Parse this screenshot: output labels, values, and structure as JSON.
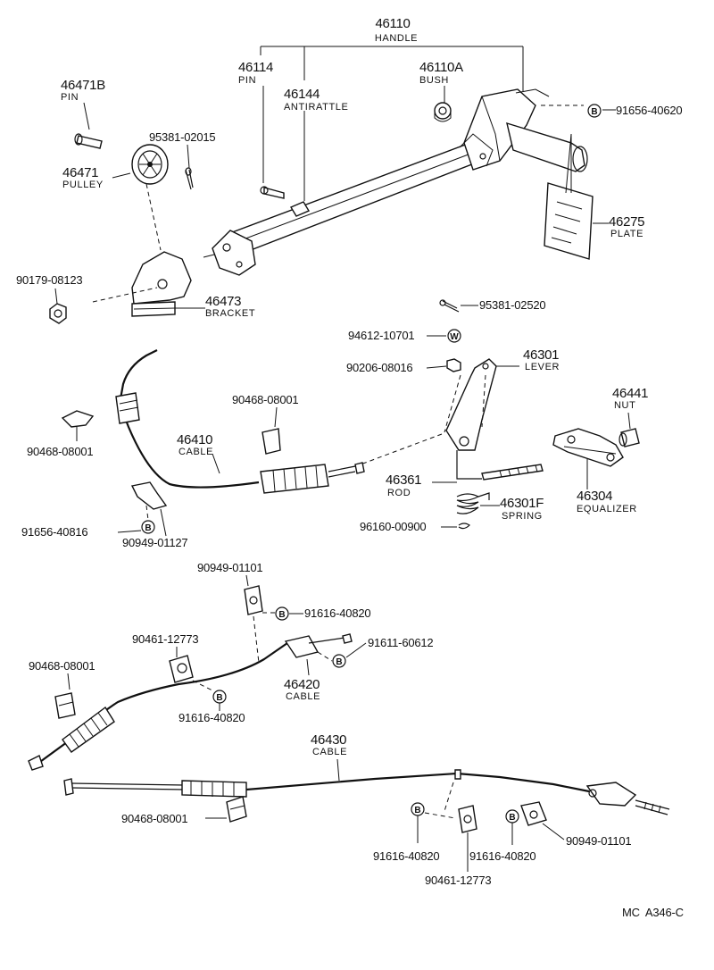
{
  "parts": {
    "handle": {
      "number": "46110",
      "name": "HANDLE"
    },
    "pin_46114": {
      "number": "46114",
      "name": "PIN"
    },
    "antirattle": {
      "number": "46144",
      "name": "ANTIRATTLE"
    },
    "bush": {
      "number": "46110A",
      "name": "BUSH"
    },
    "bolt_91656_40620": {
      "number": "91656-40620",
      "symbol": "B"
    },
    "pin_46471b": {
      "number": "46471B",
      "name": "PIN"
    },
    "cotter_95381_02015": {
      "number": "95381-02015"
    },
    "pulley": {
      "number": "46471",
      "name": "PULLEY"
    },
    "plate": {
      "number": "46275",
      "name": "PLATE"
    },
    "nut_90179_08123": {
      "number": "90179-08123"
    },
    "bracket": {
      "number": "46473",
      "name": "BRACKET"
    },
    "cotter_95381_02520": {
      "number": "95381-02520"
    },
    "washer_94612_10701": {
      "number": "94612-10701",
      "symbol": "W"
    },
    "lever": {
      "number": "46301",
      "name": "LEVER"
    },
    "nut_90206_08016": {
      "number": "90206-08016"
    },
    "nut_46441": {
      "number": "46441",
      "name": "NUT"
    },
    "clip_90468_08001_a": {
      "number": "90468-08001"
    },
    "clip_90468_08001_b": {
      "number": "90468-08001"
    },
    "cable_46410": {
      "number": "46410",
      "name": "CABLE"
    },
    "rod": {
      "number": "46361",
      "name": "ROD"
    },
    "spring": {
      "number": "46301F",
      "name": "SPRING"
    },
    "equalizer": {
      "number": "46304",
      "name": "EQUALIZER"
    },
    "bolt_91656_40816": {
      "number": "91656-40816",
      "symbol": "B"
    },
    "clamp_90949_01127": {
      "number": "90949-01127"
    },
    "pin_96160_00900": {
      "number": "96160-00900"
    },
    "clamp_90949_01101_a": {
      "number": "90949-01101"
    },
    "bolt_91616_40820_a": {
      "number": "91616-40820",
      "symbol": "B"
    },
    "clamp_90461_12773_a": {
      "number": "90461-12773"
    },
    "bolt_91611_60612": {
      "number": "91611-60612",
      "symbol": "B"
    },
    "clip_90468_08001_c": {
      "number": "90468-08001"
    },
    "cable_46420": {
      "number": "46420",
      "name": "CABLE"
    },
    "bolt_91616_40820_b": {
      "number": "91616-40820",
      "symbol": "B"
    },
    "cable_46430": {
      "number": "46430",
      "name": "CABLE"
    },
    "clip_90468_08001_d": {
      "number": "90468-08001"
    },
    "bolt_91616_40820_c": {
      "number": "91616-40820",
      "symbol": "B"
    },
    "bolt_91616_40820_d": {
      "number": "91616-40820",
      "symbol": "B"
    },
    "clamp_90949_01101_b": {
      "number": "90949-01101"
    },
    "clamp_90461_12773_b": {
      "number": "90461-12773"
    }
  },
  "figure_code": "MC  A346-C"
}
